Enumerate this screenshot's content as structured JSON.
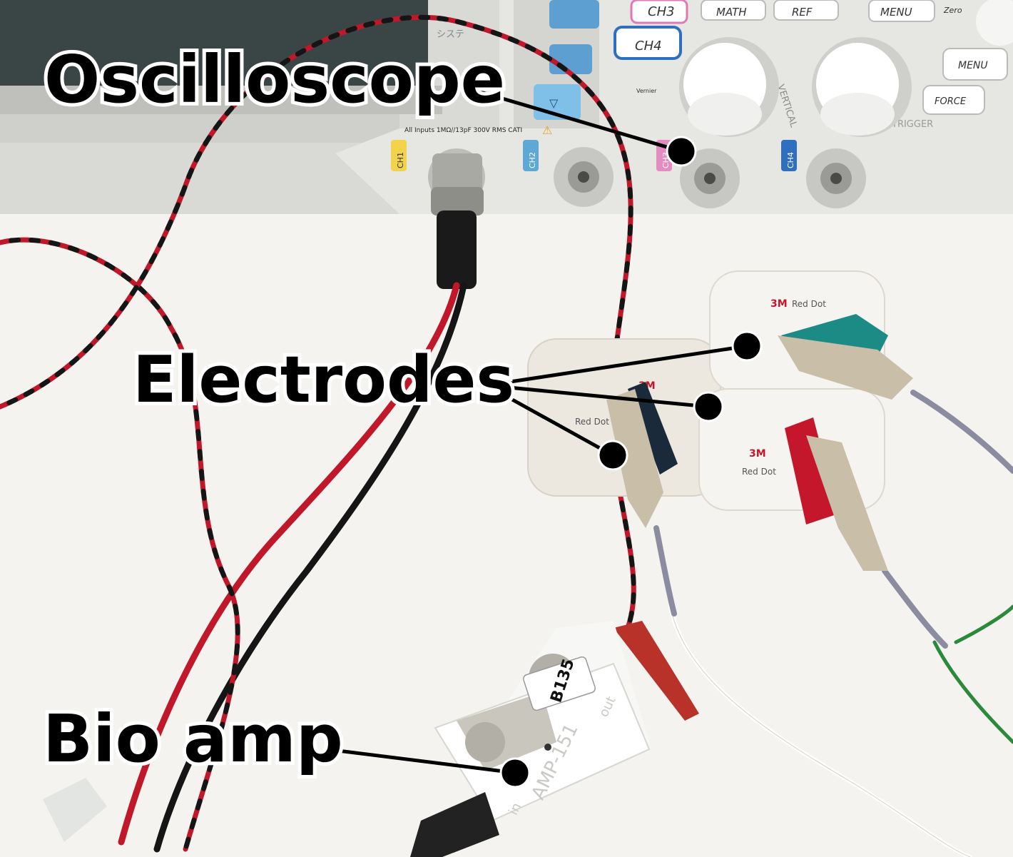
{
  "callouts": {
    "oscilloscope": "Oscilloscope",
    "electrodes": "Electrodes",
    "bio_amp": "Bio amp"
  },
  "scope_panel": {
    "buttons": [
      "CH3",
      "MATH",
      "REF",
      "MENU",
      "CH4",
      "MENU",
      "FORCE"
    ],
    "zero_label": "Zero",
    "vernier_label": "Vernier",
    "vertical_label": "VERTICAL",
    "trigger_label": "TRIGGER",
    "input_warning": "All Inputs 1MΩ//13pF 300V RMS CATI",
    "channel_tags": [
      "CH1",
      "CH2",
      "CH3",
      "CH4"
    ],
    "screen_glyph": "システ"
  },
  "electrode_pad": {
    "brand": "3M",
    "product": "Red Dot"
  },
  "amp_module": {
    "model": "AMP-151",
    "id_sticker": "B135",
    "port_in": "in",
    "port_out": "out"
  },
  "colors": {
    "scope_body": "#dcdcd8",
    "wire_red": "#c0182a",
    "wire_black": "#151515",
    "label_text": "#000000",
    "label_outline": "#ffffff",
    "clip_red": "#c4172c",
    "clip_teal": "#1c8b86"
  }
}
